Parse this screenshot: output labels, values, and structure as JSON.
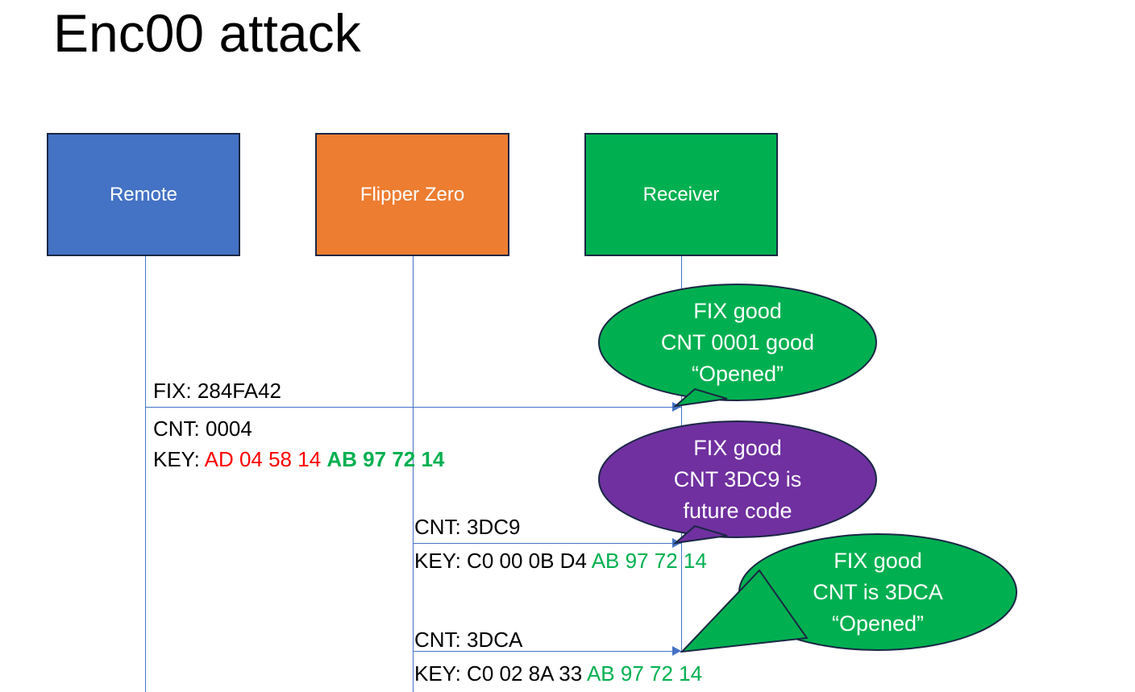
{
  "slide": {
    "title": "Enc00 attack"
  },
  "actors": [
    {
      "id": "remote",
      "label": "Remote",
      "color": "#4472C4"
    },
    {
      "id": "flipper",
      "label": "Flipper Zero",
      "color": "#ED7D31"
    },
    {
      "id": "receiver",
      "label": "Receiver",
      "color": "#00B050"
    }
  ],
  "messages": [
    {
      "id": "msg1",
      "from": "remote",
      "to": "receiver",
      "lines": [
        {
          "id": "fix",
          "text": "FIX: 284FA42"
        },
        {
          "id": "cnt",
          "prefix": "CNT: ",
          "value": "0004"
        },
        {
          "id": "key",
          "prefix": "KEY: ",
          "red": "AD 04 58 14",
          "green": "AB 97 72 14"
        }
      ]
    },
    {
      "id": "msg2",
      "from": "flipper",
      "to": "receiver",
      "lines": [
        {
          "id": "cnt",
          "prefix": "CNT: ",
          "value": "3DC9"
        },
        {
          "id": "key",
          "prefix": "KEY: C0 00 0B D4 ",
          "green": "AB 97 72 14"
        }
      ]
    },
    {
      "id": "msg3",
      "from": "flipper",
      "to": "receiver",
      "lines": [
        {
          "id": "cnt",
          "prefix": "CNT: ",
          "value": "3DCA"
        },
        {
          "id": "key",
          "prefix": "KEY: C0 02 8A 33 ",
          "green": "AB 97 72 14"
        }
      ]
    }
  ],
  "labels": {
    "fix_line": "FIX: 284FA42",
    "cnt_0004_prefix": "CNT: ",
    "cnt_0004_value": "0004",
    "key1_prefix": "KEY: ",
    "key1_red": "AD 04 58 14",
    "key1_green": "AB 97 72 14",
    "cnt_3dc9_prefix": "CNT: ",
    "cnt_3dc9_value": "3DC9",
    "key2_prefix": "KEY: C0 00 0B D4 ",
    "key2_green": "AB 97 72 14",
    "cnt_3dca_prefix": "CNT: ",
    "cnt_3dca_value": "3DCA",
    "key3_prefix": "KEY: C0 02 8A 33 ",
    "key3_green": "AB 97 72 14"
  },
  "callouts": [
    {
      "id": "callout-1",
      "color": "#00B050",
      "line1": "FIX good",
      "line2": "CNT 0001 good",
      "line3": "“Opened”"
    },
    {
      "id": "callout-2",
      "color": "#7030A0",
      "line1": "FIX good",
      "line2": "CNT 3DC9 is",
      "line3": "future code"
    },
    {
      "id": "callout-3",
      "color": "#00B050",
      "line1": "FIX good",
      "line2": "CNT is 3DCA",
      "line3": "“Opened”"
    }
  ],
  "colors": {
    "remote_blue": "#4472C4",
    "flipper_orange": "#ED7D31",
    "receiver_green": "#00B050",
    "callout_purple": "#7030A0",
    "hex_red": "#FF0000",
    "hex_green": "#00B050",
    "lifeline_blue": "#4472C4",
    "box_border": "#1a2744"
  }
}
